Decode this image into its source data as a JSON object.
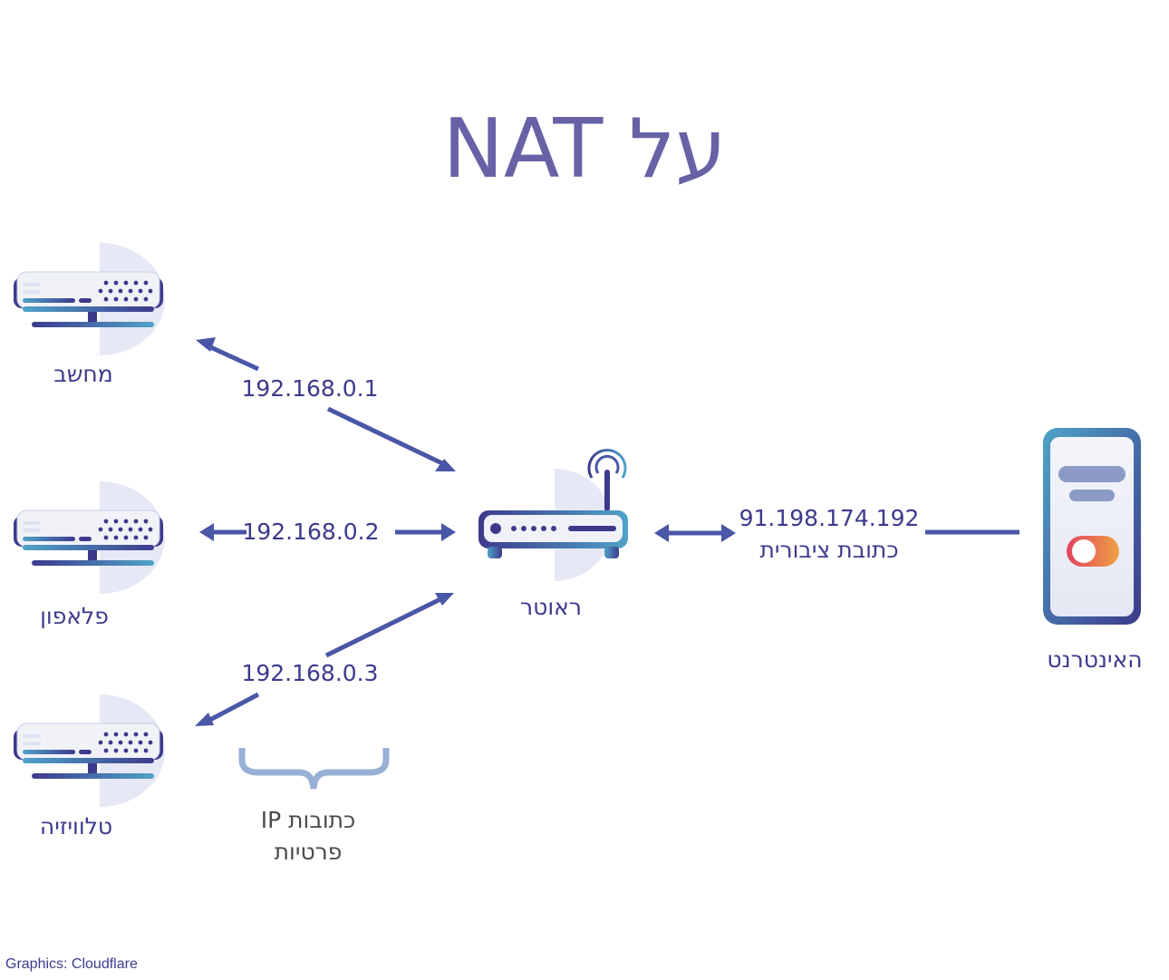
{
  "title": "על NAT",
  "devices": [
    {
      "id": "computer",
      "label": "מחשב",
      "ip": "192.168.0.1"
    },
    {
      "id": "phone",
      "label": "פלאפון",
      "ip": "192.168.0.2"
    },
    {
      "id": "tv",
      "label": "טלוויזיה",
      "ip": "192.168.0.3"
    }
  ],
  "router": {
    "label": "ראוטר"
  },
  "public": {
    "ip": "91.198.174.192",
    "label": "כתובת ציבורית"
  },
  "internet": {
    "label": "האינטרנט"
  },
  "private_note": {
    "line1": "כתובות IP",
    "line2": "פרטיות"
  },
  "credit": "Graphics: Cloudflare",
  "colors": {
    "title": "#6762a6",
    "text": "#3d3a8c",
    "arrow": "#4a56a6",
    "brace": "#98b0d6",
    "accent_teal": "#4fa3c8",
    "toggle_red": "#e3435f",
    "toggle_orange": "#efa143"
  }
}
